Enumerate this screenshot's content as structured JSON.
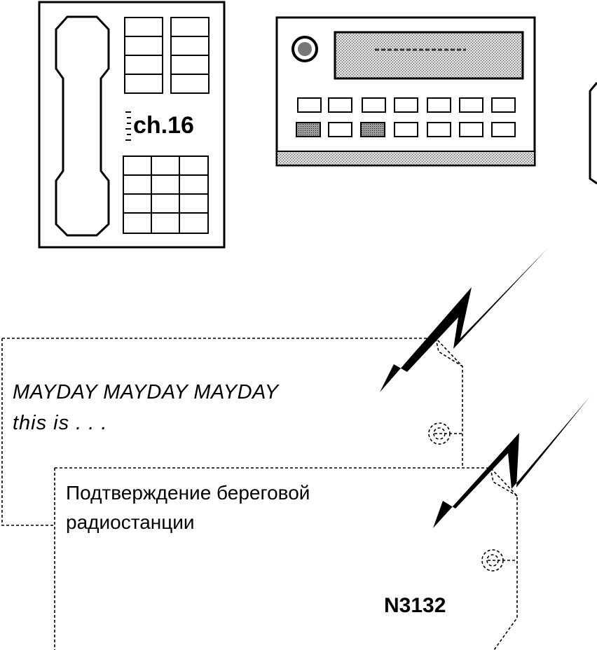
{
  "phone": {
    "channel_label": "ch.16"
  },
  "message_card": {
    "line1": "MAYDAY MAYDAY MAYDAY",
    "line2": "this is . . ."
  },
  "reply_card": {
    "line1": "Подтверждение береговой",
    "line2": "радиостанции",
    "number": "N3132"
  },
  "colors": {
    "ink": "#000000",
    "paper": "#ffffff",
    "screen_gray": "#bdbdbd",
    "dark_key": "#7a7a7a"
  }
}
